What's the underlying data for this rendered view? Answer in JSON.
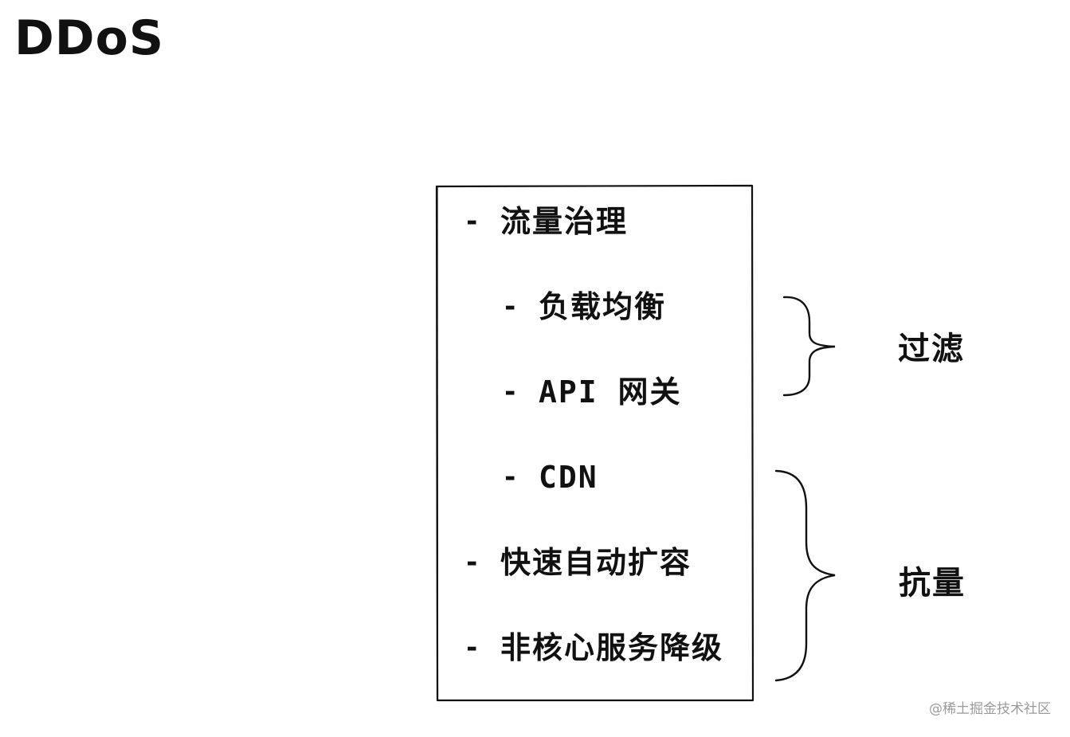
{
  "title": "DDoS",
  "list_items": [
    {
      "dash": "-",
      "label": "流量治理"
    },
    {
      "dash": "-",
      "label": "负载均衡"
    },
    {
      "dash": "-",
      "label": "API 网关"
    },
    {
      "dash": "-",
      "label": "CDN"
    },
    {
      "dash": "-",
      "label": "快速自动扩容"
    },
    {
      "dash": "-",
      "label": "非核心服务降级"
    }
  ],
  "groups": [
    {
      "label": "过滤"
    },
    {
      "label": "抗量"
    }
  ],
  "watermark": "@稀土掘金技术社区",
  "colors": {
    "ink": "#111111",
    "background": "#ffffff",
    "watermark": "#9a9a9a"
  }
}
